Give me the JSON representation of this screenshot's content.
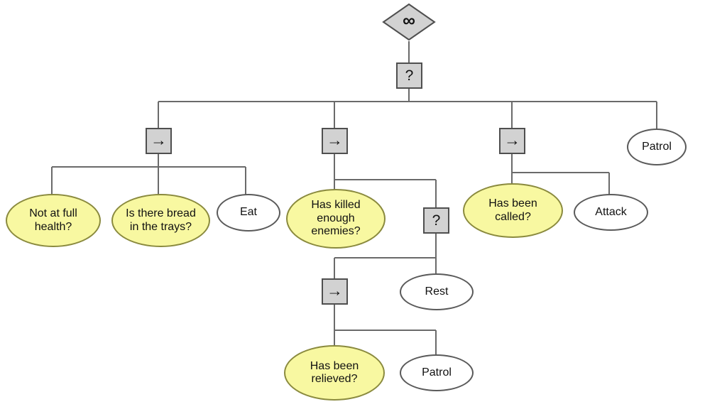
{
  "diagram_type": "behavior-tree",
  "colors": {
    "composite_fill": "#d2d2d2",
    "composite_border": "#4f4f4f",
    "condition_fill": "#f8f8a1",
    "condition_border": "#8a8a3e",
    "action_fill": "#ffffff",
    "action_border": "#5a5a5a",
    "edge": "#6a6a6a",
    "text": "#111111",
    "background": "#ffffff"
  },
  "nodes": {
    "repeat_root": {
      "symbol": "∞",
      "kind": "repeat-decorator"
    },
    "selector_root": {
      "symbol": "?",
      "kind": "selector"
    },
    "sequence_eat": {
      "symbol": "→",
      "kind": "sequence"
    },
    "sequence_guard": {
      "symbol": "→",
      "kind": "sequence"
    },
    "sequence_attack": {
      "symbol": "→",
      "kind": "sequence"
    },
    "selector_guard": {
      "symbol": "?",
      "kind": "selector"
    },
    "sequence_relieved": {
      "symbol": "→",
      "kind": "sequence"
    },
    "cond_not_full_health": {
      "label": "Not at full health?",
      "kind": "condition"
    },
    "cond_bread_in_trays": {
      "label": "Is there bread in the trays?",
      "kind": "condition"
    },
    "action_eat": {
      "label": "Eat",
      "kind": "action"
    },
    "cond_killed_enough": {
      "label": "Has killed enough enemies?",
      "kind": "condition"
    },
    "cond_been_relieved": {
      "label": "Has been relieved?",
      "kind": "condition"
    },
    "action_patrol_inner": {
      "label": "Patrol",
      "kind": "action"
    },
    "action_rest": {
      "label": "Rest",
      "kind": "action"
    },
    "cond_been_called": {
      "label": "Has been called?",
      "kind": "condition"
    },
    "action_attack": {
      "label": "Attack",
      "kind": "action"
    },
    "action_patrol_right": {
      "label": "Patrol",
      "kind": "action"
    }
  }
}
